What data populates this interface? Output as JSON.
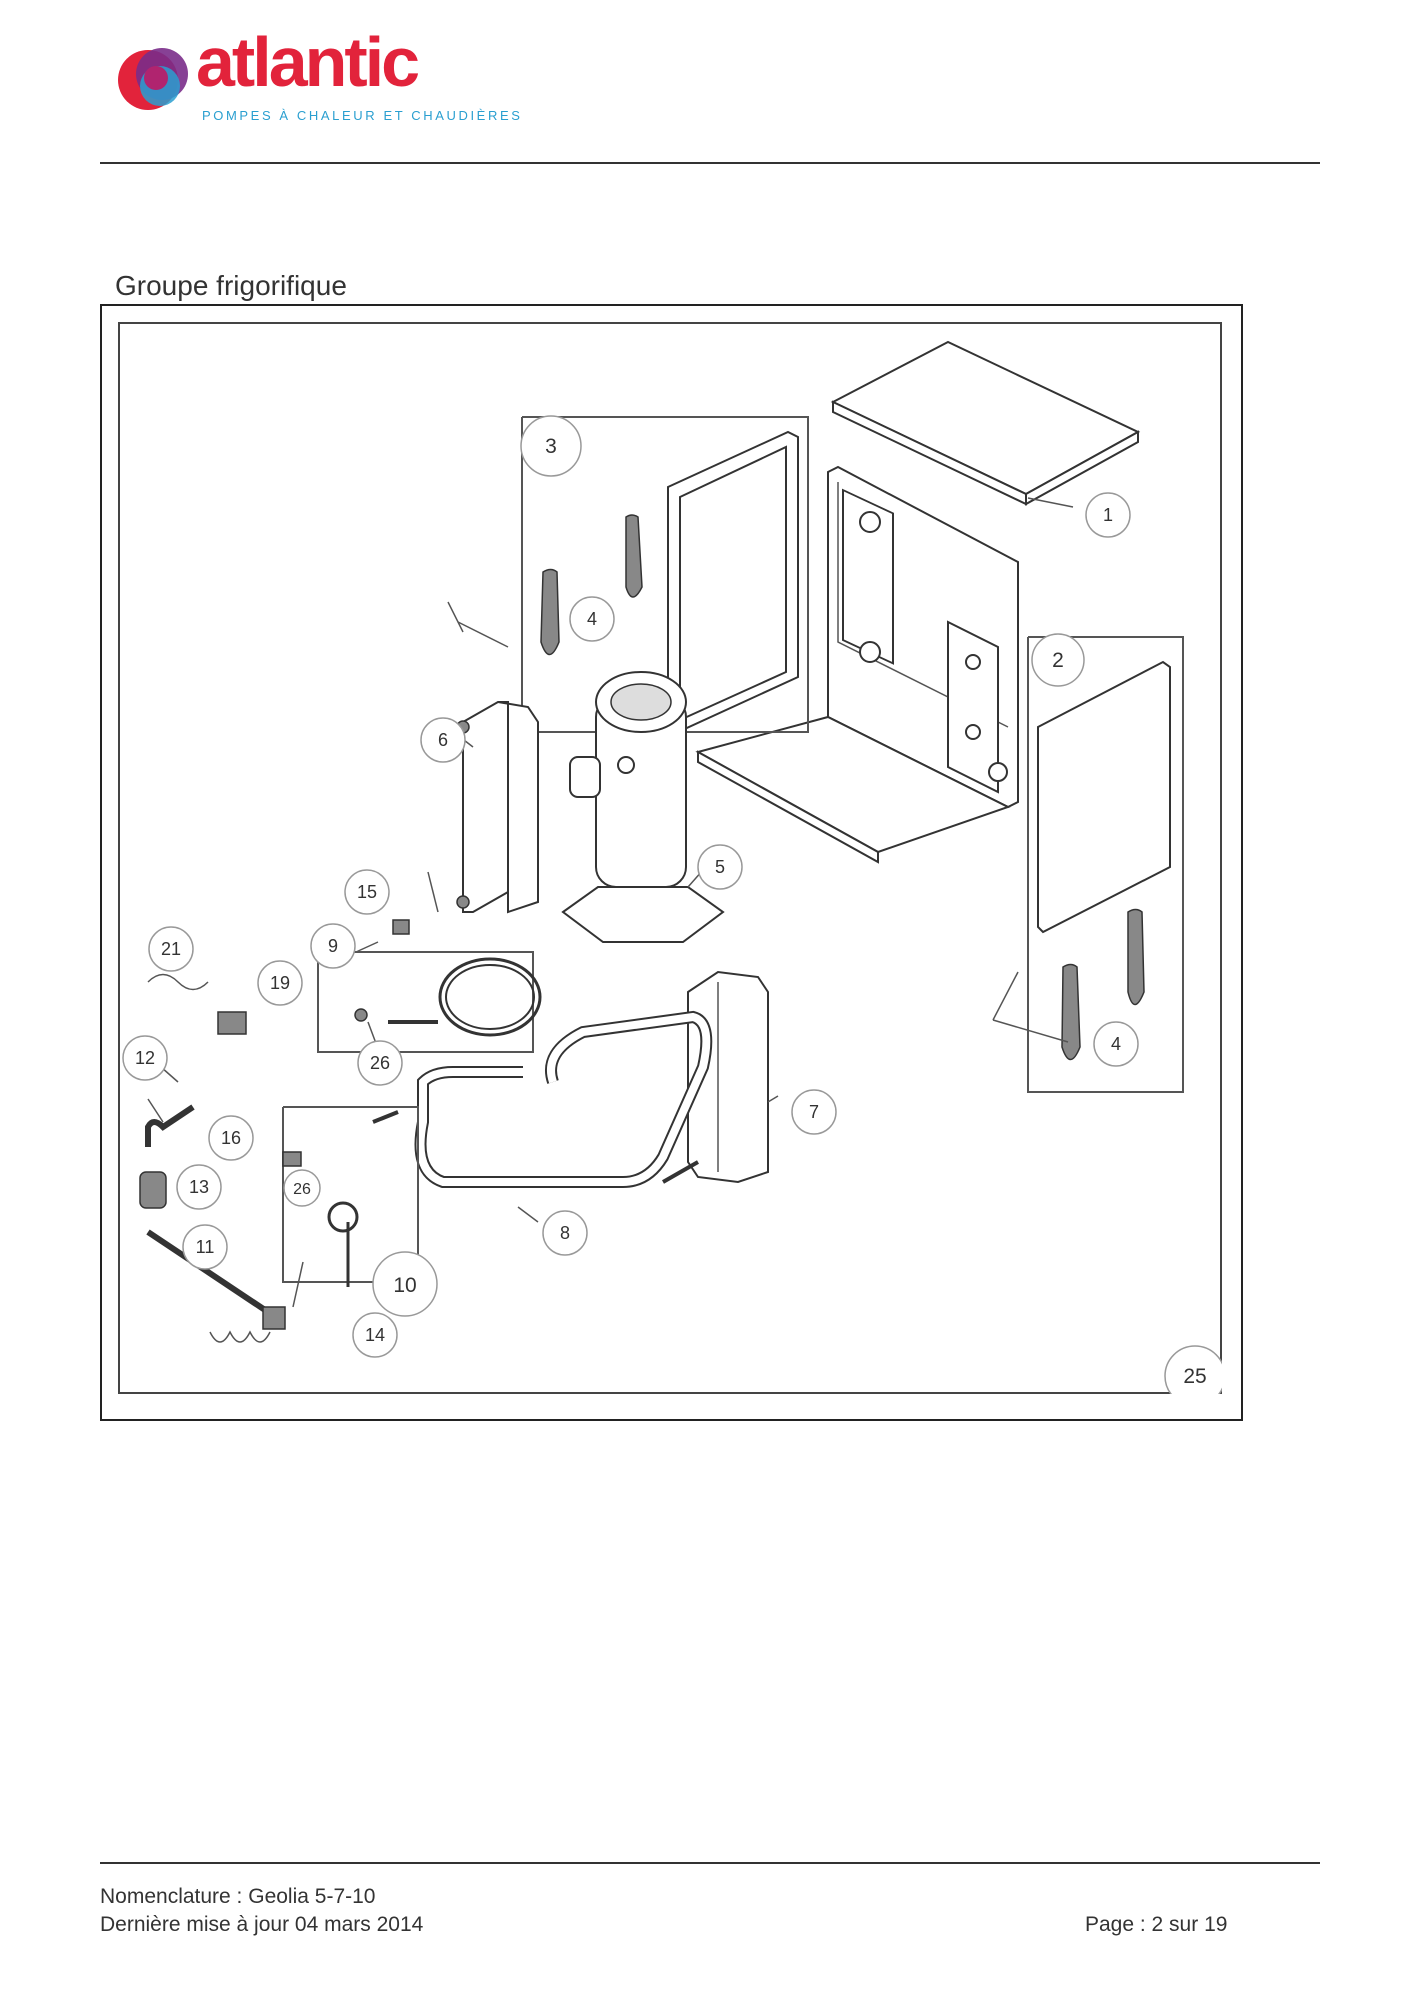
{
  "header": {
    "logo_word": "atlantic",
    "logo_tagline": "POMPES À CHALEUR ET CHAUDIÈRES",
    "brand_colors": {
      "red": "#e2233b",
      "blue": "#2a9fd0",
      "purple": "#7a2c8a"
    }
  },
  "section_title": "Groupe frigorifique",
  "diagram": {
    "callouts": [
      "1",
      "2",
      "3",
      "4",
      "4",
      "5",
      "6",
      "7",
      "8",
      "9",
      "10",
      "11",
      "12",
      "13",
      "14",
      "15",
      "16",
      "19",
      "21",
      "25",
      "26",
      "26"
    ]
  },
  "footer": {
    "line1": "Nomenclature : Geolia 5-7-10",
    "line2": "Dernière mise à jour 04 mars 2014",
    "page": "Page : 2 sur 19"
  }
}
